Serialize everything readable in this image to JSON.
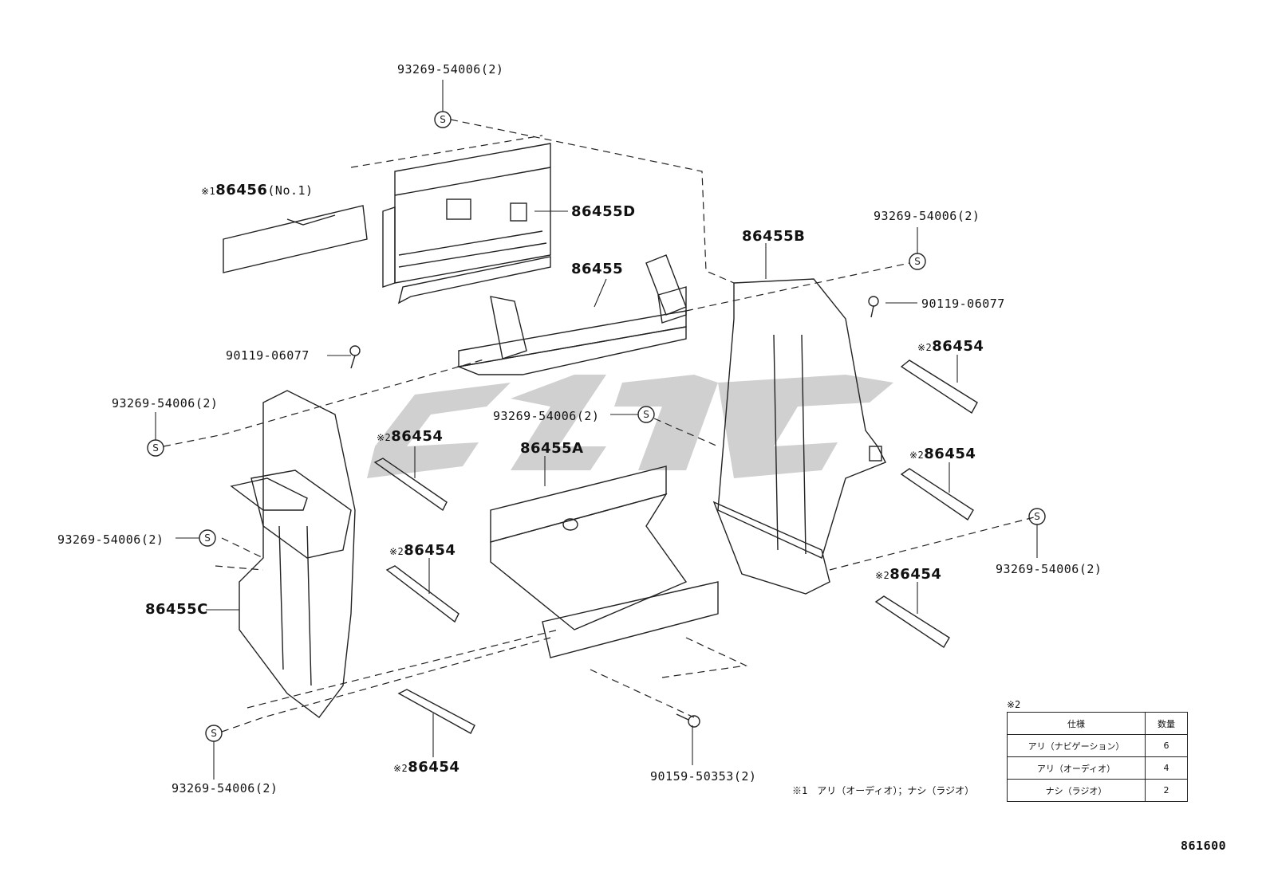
{
  "diagram_code": "861600",
  "labels": {
    "top_screw": "93269-54006(2)",
    "part_86456_mark": "※1",
    "part_86456": "86456",
    "part_86456_suffix": "(No.1)",
    "part_86455D": "86455D",
    "part_86455": "86455",
    "part_86455B": "86455B",
    "right_top_screw": "93269-54006(2)",
    "right_bolt": "90119-06077",
    "left_bolt": "90119-06077",
    "left_screw_upper": "93269-54006(2)",
    "center_screw": "93269-54006(2)",
    "part_86455A": "86455A",
    "left_screw_mid": "93269-54006(2)",
    "part_86455C": "86455C",
    "right_screw_lower": "93269-54006(2)",
    "bottom_left_screw": "93269-54006(2)",
    "bottom_bolt": "90159-50353(2)",
    "bracket_mark": "※2",
    "bracket": "86454"
  },
  "footnote_1": "※1　アリ（オーディオ）；ナシ（ラジオ）",
  "table": {
    "mark": "※2",
    "header_spec": "仕様",
    "header_qty": "数量",
    "rows": [
      {
        "spec": "アリ（ナビゲーション）",
        "qty": "6"
      },
      {
        "spec": "アリ（オーディオ）",
        "qty": "4"
      },
      {
        "spec": "ナシ（ラジオ）",
        "qty": "2"
      }
    ]
  }
}
